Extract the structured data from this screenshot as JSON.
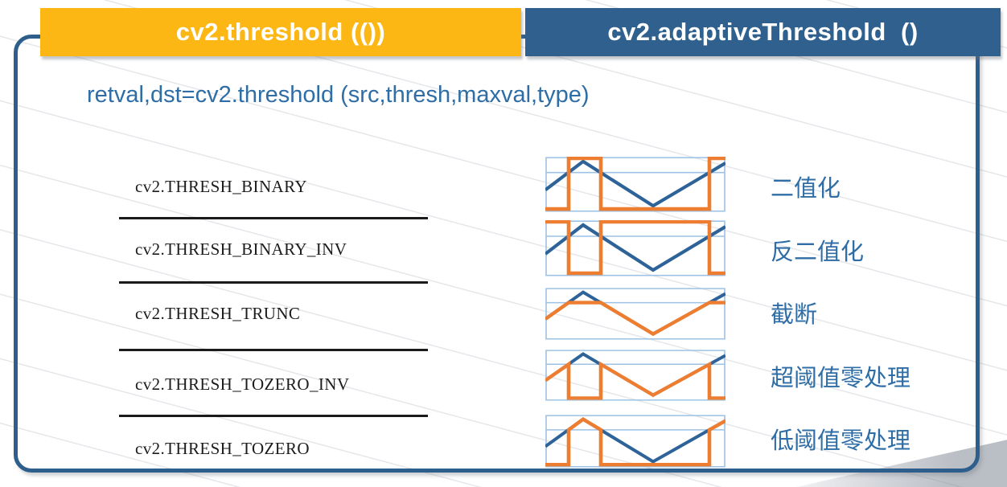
{
  "slide": {
    "tabs": [
      {
        "label": "cv2.threshold (())",
        "active": true
      },
      {
        "label": "cv2.adaptiveThreshold  ()",
        "active": false
      }
    ],
    "signature": "retval,dst=cv2.threshold (src,thresh,maxval,type)"
  },
  "rows": [
    {
      "api": "cv2.THRESH_BINARY",
      "label_cn": "二值化",
      "diagram": "binary"
    },
    {
      "api": "cv2.THRESH_BINARY_INV",
      "label_cn": "反二值化",
      "diagram": "binary-inv"
    },
    {
      "api": "cv2.THRESH_TRUNC",
      "label_cn": "截断",
      "diagram": "trunc"
    },
    {
      "api": "cv2.THRESH_TOZERO_INV",
      "label_cn": "超阈值零处理",
      "diagram": "tozero-inv"
    },
    {
      "api": "cv2.THRESH_TOZERO",
      "label_cn": "低阈值零处理",
      "diagram": "tozero"
    }
  ],
  "colors": {
    "tab_orange": "#FDB714",
    "tab_blue": "#30618E",
    "frame_border": "#2E5F8C",
    "text_blue": "#2E6DA6",
    "api_text": "#1C1C1C",
    "separator": "#1B1B1B",
    "diagram_box": "#9CC2E5",
    "diagram_signal": "#2D6399",
    "diagram_result": "#ED7D31"
  },
  "chart_data": {
    "type": "line",
    "description": "Five mini diagrams: blue triangle wave = source signal, light blue horizontal line = threshold, orange = thresholded output for each cv2 threshold flag",
    "x_range": [
      0,
      224
    ],
    "y_range": [
      0,
      70
    ],
    "y_inverted": true,
    "threshold_y": 20,
    "signal_points": [
      [
        0,
        42
      ],
      [
        47,
        6
      ],
      [
        134,
        62
      ],
      [
        224,
        8
      ]
    ],
    "series": [
      {
        "name": "THRESH_BINARY",
        "points": [
          [
            0,
            66
          ],
          [
            29,
            66
          ],
          [
            29,
            2
          ],
          [
            69,
            2
          ],
          [
            69,
            66
          ],
          [
            204,
            66
          ],
          [
            204,
            2
          ],
          [
            224,
            2
          ]
        ]
      },
      {
        "name": "THRESH_BINARY_INV",
        "points": [
          [
            0,
            2
          ],
          [
            29,
            2
          ],
          [
            29,
            66
          ],
          [
            69,
            66
          ],
          [
            69,
            2
          ],
          [
            204,
            2
          ],
          [
            204,
            66
          ],
          [
            224,
            66
          ]
        ]
      },
      {
        "name": "THRESH_TRUNC",
        "points": [
          [
            0,
            42
          ],
          [
            29,
            20
          ],
          [
            69,
            20
          ],
          [
            134,
            62
          ],
          [
            204,
            20
          ],
          [
            224,
            20
          ]
        ]
      },
      {
        "name": "THRESH_TOZERO_INV",
        "points": [
          [
            0,
            42
          ],
          [
            29,
            20
          ],
          [
            29,
            66
          ],
          [
            69,
            66
          ],
          [
            69,
            20
          ],
          [
            134,
            62
          ],
          [
            204,
            20
          ],
          [
            204,
            66
          ],
          [
            224,
            66
          ]
        ]
      },
      {
        "name": "THRESH_TOZERO",
        "points": [
          [
            0,
            66
          ],
          [
            29,
            66
          ],
          [
            29,
            20
          ],
          [
            47,
            6
          ],
          [
            69,
            20
          ],
          [
            69,
            66
          ],
          [
            204,
            66
          ],
          [
            204,
            20
          ],
          [
            224,
            8
          ]
        ]
      }
    ]
  }
}
